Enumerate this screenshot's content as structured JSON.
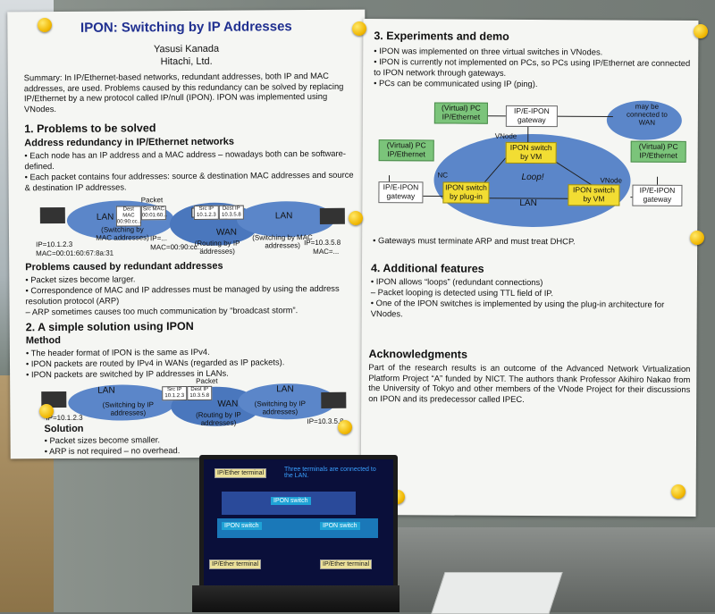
{
  "left_poster": {
    "title": "IPON: Switching by IP Addresses",
    "author": "Yasusi Kanada",
    "affiliation": "Hitachi, Ltd.",
    "summary": "Summary: In IP/Ethernet-based networks, redundant addresses, both IP and MAC addresses, are used. Problems caused by this redundancy can be solved by replacing IP/Ethernet by a new protocol called IP/null (IPON). IPON was implemented using VNodes.",
    "s1_title": "1. Problems to be solved",
    "s1_sub1": "Address redundancy in IP/Ethernet networks",
    "s1_b1": "• Each node has an IP address and a MAC address – nowadays both can be software-defined.",
    "s1_b2": "• Each packet contains four addresses: source & destination MAC addresses and source & destination IP addresses.",
    "d1": {
      "lan_left": "LAN",
      "wan": "WAN",
      "lan_right": "LAN",
      "packet": "Packet",
      "h1": "Dest MAC 00:90:cc...",
      "h2": "Src MAC 00:01:60...",
      "h3": "Src IP 10.1.2.3",
      "h4": "Dest IP 10.3.5.8",
      "sw_left": "(Switching by MAC addresses)",
      "route": "(Routing by IP addresses)",
      "sw_right": "(Switching by MAC addresses)",
      "ip_left": "IP=10.1.2.3",
      "mac_left": "MAC=00:01:60:67:8a:31",
      "ip_right": "IP=10.3.5.8",
      "mac_right": "MAC=...",
      "ip_mid": "IP=...",
      "mac_mid": "MAC=00:90:cc..."
    },
    "s1_sub2": "Problems caused by redundant addresses",
    "s1_b3": "• Packet sizes become larger.",
    "s1_b4": "• Correspondence of MAC and IP addresses must be managed by using the address resolution protocol (ARP)",
    "s1_b5": "– ARP sometimes causes too much communication by “broadcast storm”.",
    "s2_title": "2. A simple solution using IPON",
    "s2_sub1": "Method",
    "s2_b1": "• The header format of IPON is the same as IPv4.",
    "s2_b2": "• IPON packets are routed by IPv4 in WANs (regarded as IP packets).",
    "s2_b3": "• IPON packets are switched by IP addresses in LANs.",
    "d2": {
      "lan_left": "LAN",
      "wan": "WAN",
      "lan_right": "LAN",
      "packet": "Packet",
      "h1": "Src IP 10.1.2.3",
      "h2": "Dest IP 10.3.5.8",
      "sw_left": "(Switching by IP addresses)",
      "route": "(Routing by IP addresses)",
      "sw_right": "(Switching by IP addresses)",
      "ip_left": "IP=10.1.2.3",
      "ip_right": "IP=10.3.5.8"
    },
    "s2_sub2": "Solution",
    "s2_b4": "• Packet sizes become smaller.",
    "s2_b5": "• ARP is not required – no overhead."
  },
  "right_poster": {
    "s3_title": "3. Experiments and demo",
    "s3_b1": "• IPON was implemented on three virtual switches in VNodes.",
    "s3_b2": "• IPON is currently not implemented on PCs, so PCs using IP/Ethernet are connected to IPON network through gateways.",
    "s3_b3": "• PCs can be communicated using IP (ping).",
    "d3": {
      "pc_tl": "(Virtual) PC IP/Ethernet",
      "gw_top": "IP/E-IPON gateway",
      "wan_cloud": "may be connected to WAN",
      "pc_l": "(Virtual) PC IP/Ethernet",
      "pc_r": "(Virtual) PC IP/Ethernet",
      "vnode1": "VNode",
      "sw1": "IPON switch by VM",
      "nc": "NC",
      "loop": "Loop!",
      "vnode2": "VNode",
      "sw2": "IPON switch by plug-in",
      "sw3": "IPON switch by VM",
      "gw_l": "IP/E-IPON gateway",
      "gw_r": "IP/E-IPON gateway",
      "lan": "LAN"
    },
    "s3_b4": "• Gateways must terminate ARP and must treat DHCP.",
    "s4_title": "4. Additional features",
    "s4_b1": "• IPON allows “loops” (redundant connections)",
    "s4_b2": "– Packet looping is detected using TTL field of IP.",
    "s4_b3": "• One of the IPON switches is implemented by using the plug-in architecture for VNodes.",
    "ack_title": "Acknowledgments",
    "ack_text": "Part of the research results is an outcome of the Advanced Network Virtualization Platform Project “A” funded by NICT. The authors thank Professor Akihiro Nakao from the University of Tokyo and other members of the VNode Project for their discussions on IPON and its predecessor called IPEC."
  },
  "laptop_screen": {
    "term_top": "IP/Ether terminal",
    "caption": "Three terminals are connected to the LAN.",
    "sw_a": "IPON switch",
    "sw_b": "IPON switch",
    "sw_c": "IPON switch",
    "term_bl": "IP/Ether terminal",
    "term_br": "IP/Ether terminal"
  },
  "colors": {
    "title_blue": "#203090",
    "cloud_blue": "#5b86c9",
    "pc_green": "#7bc47a",
    "switch_yellow": "#f2dd33",
    "pin_yellow": "#f0b600"
  }
}
